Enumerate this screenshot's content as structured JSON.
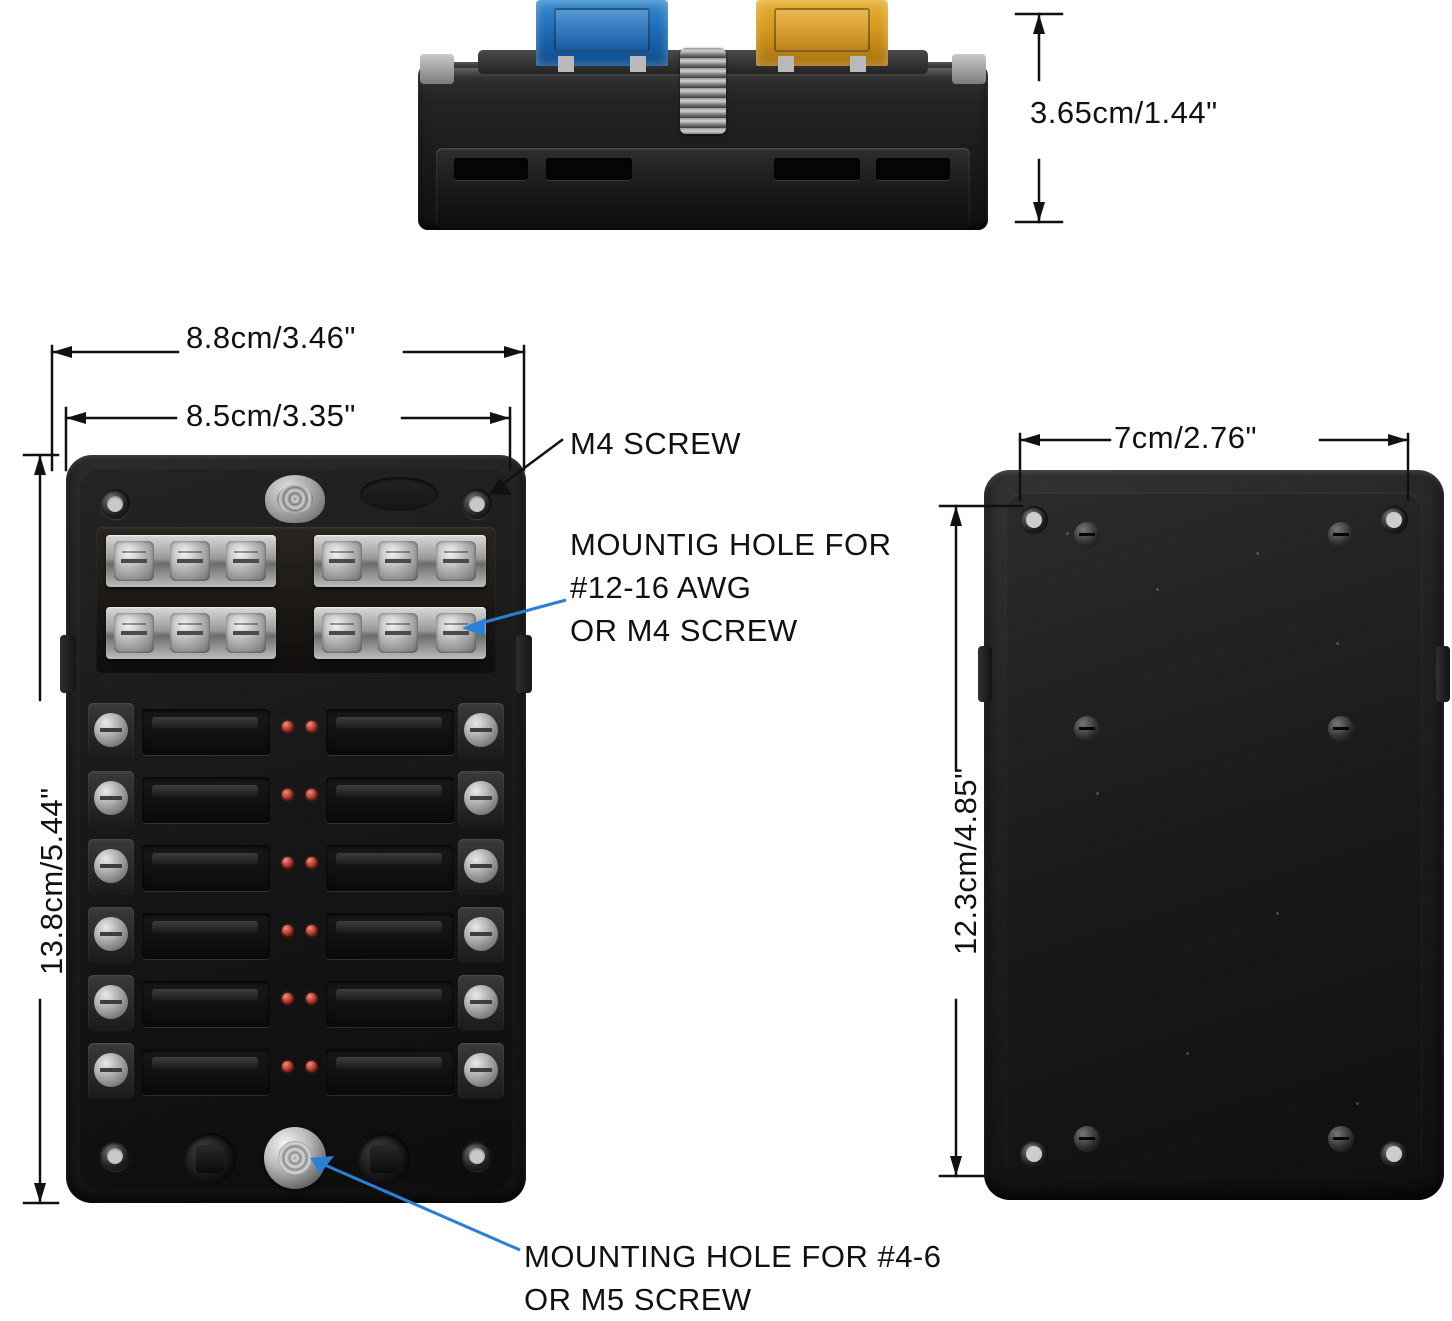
{
  "diagram": {
    "title": "Fuse block dimension diagram",
    "views": [
      {
        "id": "side-view",
        "name": "Side view with fuses installed"
      },
      {
        "id": "front-view",
        "name": "Front view of 6-way fuse block"
      },
      {
        "id": "back-view",
        "name": "Back view of fuse block"
      }
    ]
  },
  "dimensions": {
    "side_height": "3.65cm/1.44\"",
    "front_outer_width": "8.8cm/3.46\"",
    "front_inner_width": "8.5cm/3.35\"",
    "front_height": "13.8cm/5.44\"",
    "back_width": "7cm/2.76\"",
    "back_height": "12.3cm/4.85\""
  },
  "callouts": {
    "m4_screw": "M4 SCREW",
    "mounting_hole_awg_line1": "MOUNTIG HOLE FOR",
    "mounting_hole_awg_line2": "#12-16 AWG",
    "mounting_hole_awg_line3": "OR M4 SCREW",
    "mounting_hole_m5_line1": "MOUNTING HOLE FOR #4-6",
    "mounting_hole_m5_line2": "OR M5 SCREW"
  },
  "colors": {
    "background": "#ffffff",
    "line": "#111111",
    "text": "#111111",
    "fuse_blue": "#1f6fbb",
    "fuse_amber": "#d99a1e",
    "metal": "#b2b2b2",
    "body_black": "#1a1a1a",
    "led_red": "#8d2116"
  }
}
